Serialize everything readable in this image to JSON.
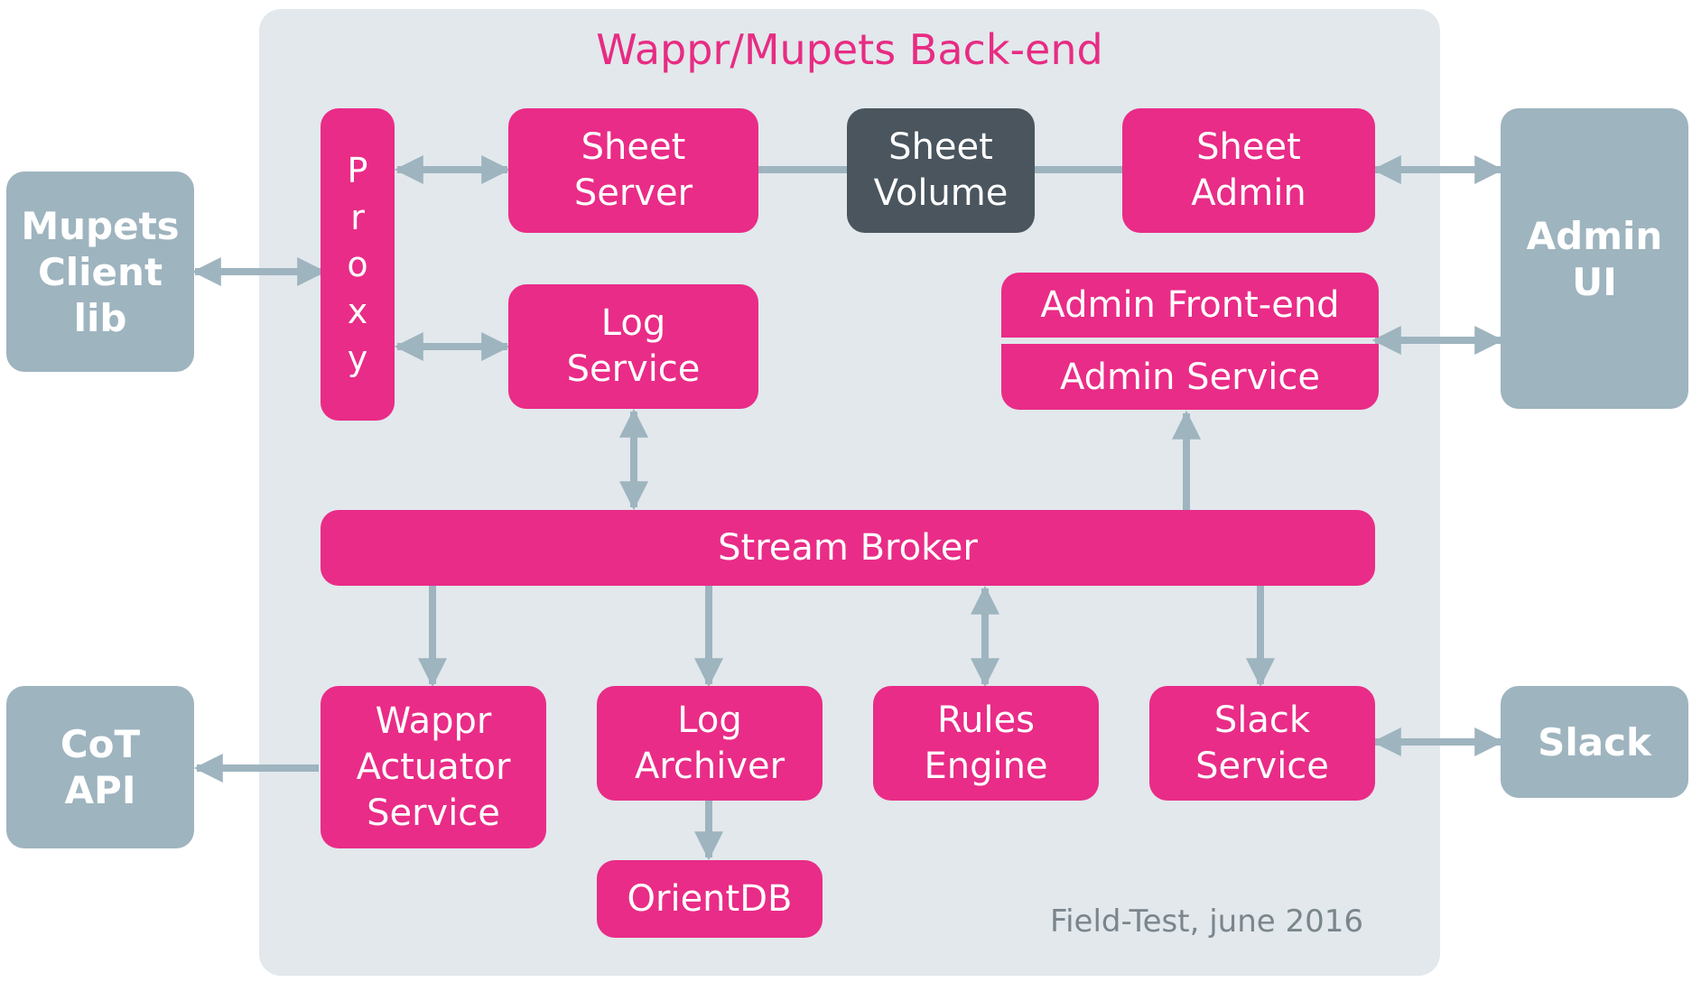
{
  "title": "Wappr/Mupets Back-end",
  "footnote": "Field-Test, june 2016",
  "colors": {
    "panel": "#e2e8ec",
    "component": "#e92c87",
    "storage": "#4a555e",
    "external": "#9eb4bf",
    "connector": "#9eb4bf",
    "title": "#e72c83"
  },
  "external": {
    "mupets_client": "Mupets\nClient\nlib",
    "admin_ui": "Admin\nUI",
    "cot_api": "CoT\nAPI",
    "slack": "Slack"
  },
  "components": {
    "proxy": [
      "P",
      "r",
      "o",
      "x",
      "y"
    ],
    "sheet_server": "Sheet\nServer",
    "sheet_volume": "Sheet\nVolume",
    "sheet_admin": "Sheet\nAdmin",
    "log_service": "Log\nService",
    "admin_frontend": "Admin Front-end",
    "admin_service": "Admin Service",
    "stream_broker": "Stream Broker",
    "wappr_actuator": "Wappr\nActuator\nService",
    "log_archiver": "Log\nArchiver",
    "rules_engine": "Rules\nEngine",
    "slack_service": "Slack\nService",
    "orientdb": "OrientDB"
  }
}
